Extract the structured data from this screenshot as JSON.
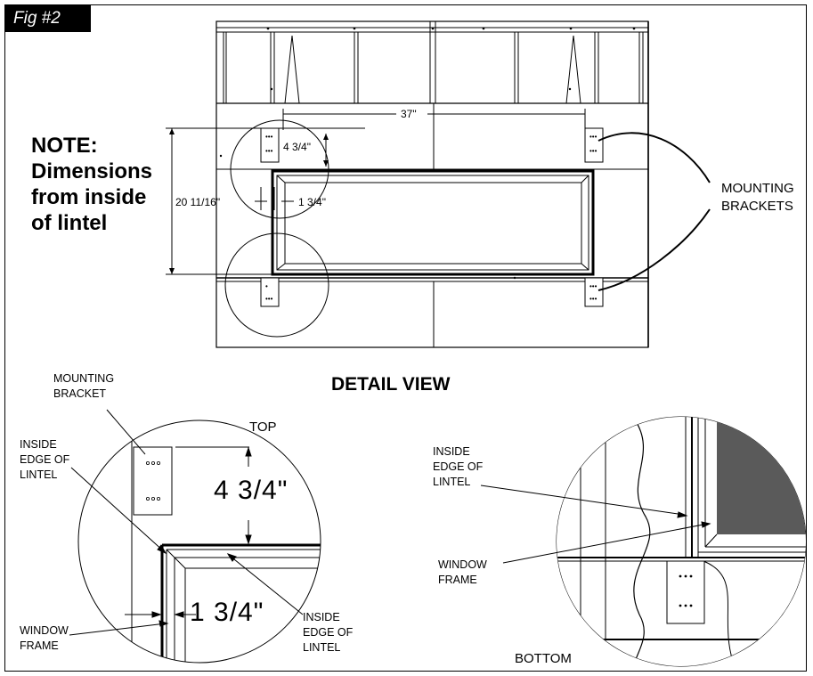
{
  "figure": {
    "tag": "Fig #2"
  },
  "note": {
    "line1": "NOTE:",
    "line2": "Dimensions",
    "line3": "from inside",
    "line4": "of lintel"
  },
  "top_view": {
    "dim_width": "37\"",
    "dim_top_offset": "4 3/4\"",
    "dim_side_offset": "1 3/4\"",
    "dim_height": "20 11/16\"",
    "callout_line1": "MOUNTING",
    "callout_line2": "BRACKETS"
  },
  "detail": {
    "title": "DETAIL VIEW",
    "top_label": "TOP",
    "bottom_label": "BOTTOM",
    "mounting_bracket_1": "MOUNTING",
    "mounting_bracket_2": "BRACKET",
    "inside_edge_1": "INSIDE",
    "inside_edge_2": "EDGE OF",
    "inside_edge_3": "LINTEL",
    "window_frame_1": "WINDOW",
    "window_frame_2": "FRAME",
    "dim_top": "4 3/4\"",
    "dim_side": "1 3/4\""
  },
  "colors": {
    "ink": "#000000",
    "glass": "#5a5a5a",
    "panel": "#f2f2f2"
  }
}
